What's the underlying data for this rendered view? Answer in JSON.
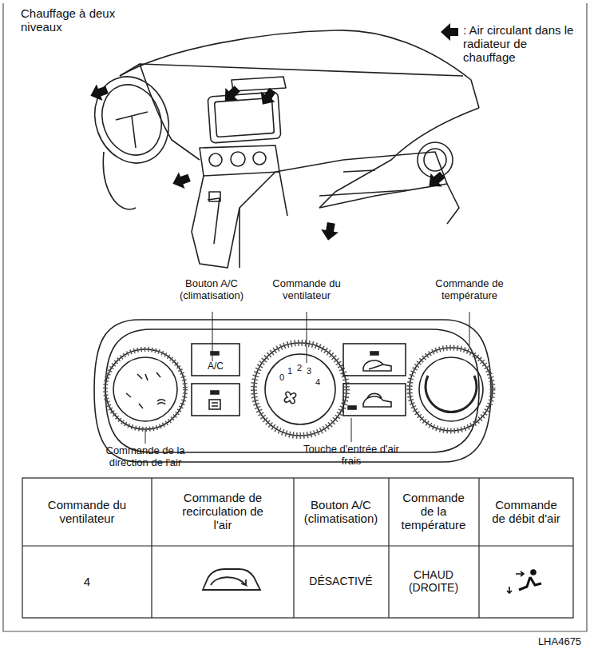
{
  "diagram": {
    "title": "Chauffage à deux niveaux",
    "labels": [
      "Bouton A/C (climatisation)",
      "Commande du ventilateur",
      "Commande de température",
      "A/C",
      "0",
      "1",
      "2",
      "3",
      "4",
      "Commande de la direction de l'air",
      "Touche d'entrée d'air frais",
      "Commande du ventilateur",
      "Commande de recirculation de l'air",
      "Bouton A/C (climatisation)",
      "Commande de la température",
      "Commande de débit d'air",
      "4",
      "DÉSACTIVÉ",
      "CHAUD (DROITE)",
      "LHA4675"
    ],
    "legend": [
      {
        "text": ": Air circulant dans le radiateur de chauffage"
      }
    ]
  }
}
